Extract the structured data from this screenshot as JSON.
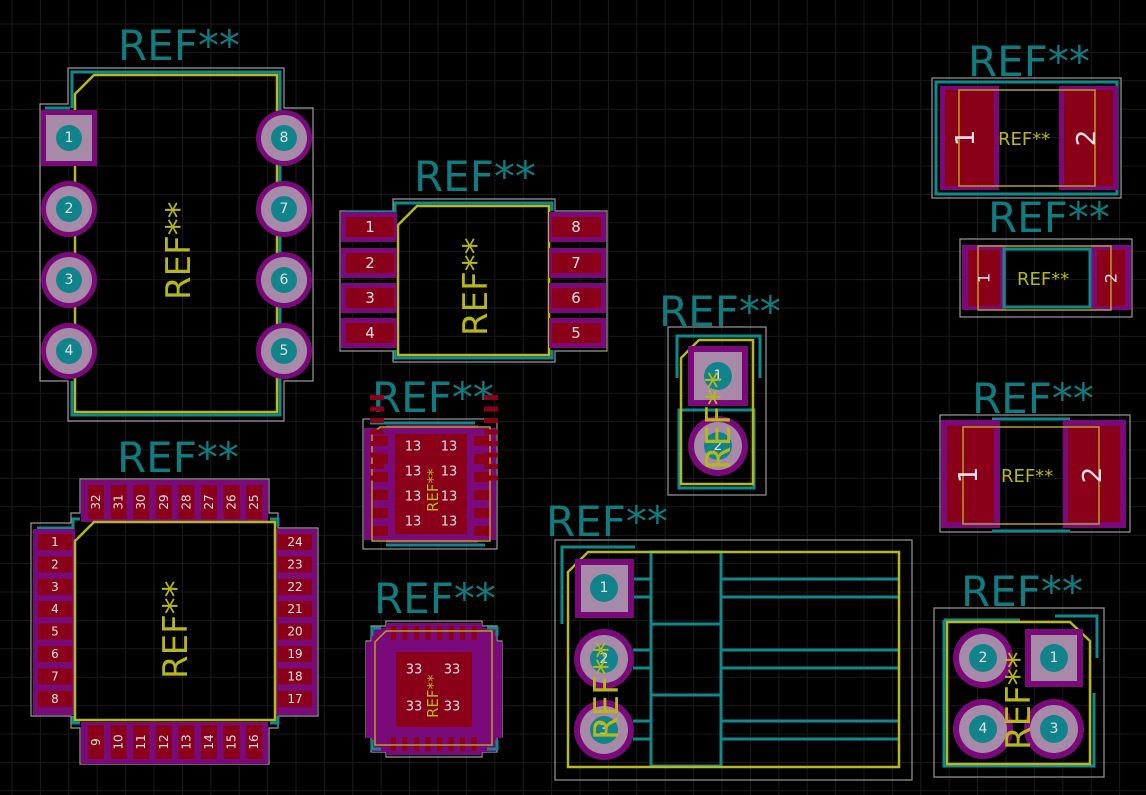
{
  "app": {
    "view": "PCB footprint canvas",
    "colors": {
      "background": "#000000",
      "grid": "#1a1a1a",
      "silkscreen": "#0f7d80",
      "fabrication": "#b8b81a",
      "courtyard": "#9a9a9a",
      "solder_mask": "#7a0a7a",
      "copper": "#8a0018",
      "through_hole_pad": "#a78aa8",
      "drill": "#10848a"
    }
  },
  "footprints": [
    {
      "id": "dip8",
      "reference": "REF**",
      "fab_reference": "REF**",
      "pins": [
        "1",
        "2",
        "3",
        "4",
        "5",
        "6",
        "7",
        "8"
      ]
    },
    {
      "id": "soic8",
      "reference": "REF**",
      "fab_reference": "REF**",
      "pins": [
        "1",
        "2",
        "3",
        "4",
        "5",
        "6",
        "7",
        "8"
      ]
    },
    {
      "id": "dfn12",
      "reference": "REF**",
      "fab_reference": "REF**",
      "thermal_pad_labels": [
        "13",
        "13",
        "13",
        "13",
        "13",
        "13",
        "13",
        "13"
      ]
    },
    {
      "id": "qfn32",
      "reference": "REF**",
      "fab_reference": "REF**",
      "thermal_pad_labels": [
        "33",
        "33",
        "33",
        "33"
      ]
    },
    {
      "id": "tqfp32",
      "reference": "REF**",
      "fab_reference": "REF**",
      "left_pins": [
        "1",
        "2",
        "3",
        "4",
        "5",
        "6",
        "7",
        "8"
      ],
      "bottom_pins": [
        "9",
        "10",
        "11",
        "12",
        "13",
        "14",
        "15",
        "16"
      ],
      "right_pins": [
        "17",
        "18",
        "19",
        "20",
        "21",
        "22",
        "23",
        "24"
      ],
      "top_pins": [
        "25",
        "26",
        "27",
        "28",
        "29",
        "30",
        "31",
        "32"
      ]
    },
    {
      "id": "to92_2pin",
      "reference": "REF**",
      "fab_reference": "REF**",
      "pins": [
        "1",
        "2"
      ]
    },
    {
      "id": "smd_1206_a",
      "reference": "REF**",
      "fab_reference": "REF**",
      "pins": [
        "1",
        "2"
      ]
    },
    {
      "id": "smd_0805",
      "reference": "REF**",
      "fab_reference": "REF**",
      "pins": [
        "1",
        "2"
      ]
    },
    {
      "id": "smd_1206_b",
      "reference": "REF**",
      "fab_reference": "REF**",
      "pins": [
        "1",
        "2"
      ]
    },
    {
      "id": "connector_3pin",
      "reference": "REF**",
      "fab_reference": "REF**",
      "pins": [
        "1",
        "2",
        "3"
      ]
    },
    {
      "id": "header_2x2",
      "reference": "REF**",
      "fab_reference": "REF**",
      "pins": [
        "1",
        "2",
        "3",
        "4"
      ]
    }
  ]
}
